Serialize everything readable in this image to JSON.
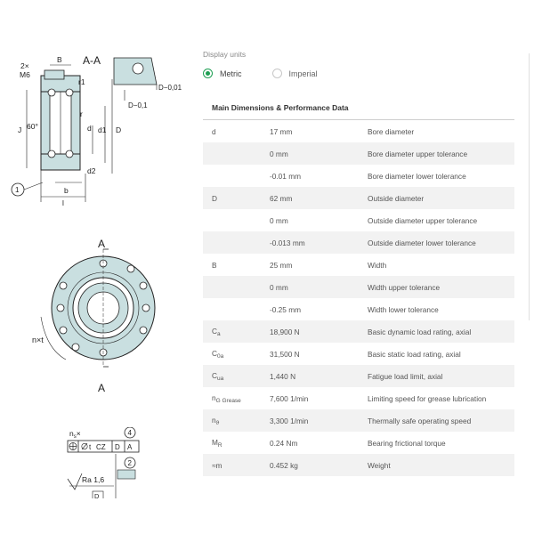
{
  "units": {
    "label": "Display units",
    "options": [
      {
        "label": "Metric",
        "selected": true
      },
      {
        "label": "Imperial",
        "selected": false
      }
    ]
  },
  "table": {
    "title": "Main Dimensions & Performance Data",
    "rows": [
      {
        "symbol": "d",
        "sub": "",
        "value": "17 mm",
        "desc": "Bore diameter"
      },
      {
        "symbol": "",
        "sub": "",
        "value": "0 mm",
        "desc": "Bore diameter upper tolerance"
      },
      {
        "symbol": "",
        "sub": "",
        "value": "-0.01 mm",
        "desc": "Bore diameter lower tolerance"
      },
      {
        "symbol": "D",
        "sub": "",
        "value": "62 mm",
        "desc": "Outside diameter"
      },
      {
        "symbol": "",
        "sub": "",
        "value": "0 mm",
        "desc": "Outside diameter upper tolerance"
      },
      {
        "symbol": "",
        "sub": "",
        "value": "-0.013 mm",
        "desc": "Outside diameter lower tolerance"
      },
      {
        "symbol": "B",
        "sub": "",
        "value": "25 mm",
        "desc": "Width"
      },
      {
        "symbol": "",
        "sub": "",
        "value": "0 mm",
        "desc": "Width upper tolerance"
      },
      {
        "symbol": "",
        "sub": "",
        "value": "-0.25 mm",
        "desc": "Width lower tolerance"
      },
      {
        "symbol": "C",
        "sub": "a",
        "value": "18,900 N",
        "desc": "Basic dynamic load rating, axial"
      },
      {
        "symbol": "C",
        "sub": "0a",
        "value": "31,500 N",
        "desc": "Basic static load rating, axial"
      },
      {
        "symbol": "C",
        "sub": "ua",
        "value": "1,440 N",
        "desc": "Fatigue load limit, axial"
      },
      {
        "symbol": "n",
        "sub": "G Grease",
        "value": "7,600 1/min",
        "desc": "Limiting speed for grease lubrication"
      },
      {
        "symbol": "n",
        "sub": "ϑ",
        "value": "3,300 1/min",
        "desc": "Thermally safe operating speed"
      },
      {
        "symbol": "M",
        "sub": "R",
        "value": "0.24 Nm",
        "desc": "Bearing frictional torque"
      },
      {
        "symbol": "≈m",
        "sub": "",
        "value": "0.452 kg",
        "desc": "Weight"
      }
    ]
  },
  "drawing": {
    "section_label": "A-A",
    "labels": {
      "two_x": "2×",
      "m6": "M6",
      "b": "B",
      "r1": "r1",
      "r": "r",
      "j": "J",
      "d": "d",
      "d1": "d1",
      "big_d": "D",
      "d2": "d2",
      "sixty": "60°",
      "callout1": "1",
      "b_small": "b",
      "l": "l",
      "d_tol1": "D−0,01",
      "d_tol2": "D−0,1",
      "a_top": "A",
      "a_bottom": "A",
      "nx": "n×t",
      "ns": "n",
      "ns_sub": "s",
      "ns_x": "×",
      "callout4": "4",
      "callout2": "2",
      "frame_t": "t",
      "frame_cz": "CZ",
      "frame_d": "D",
      "frame_a": "A",
      "ra": "Ra 1,6",
      "frame_d2": "D"
    }
  }
}
